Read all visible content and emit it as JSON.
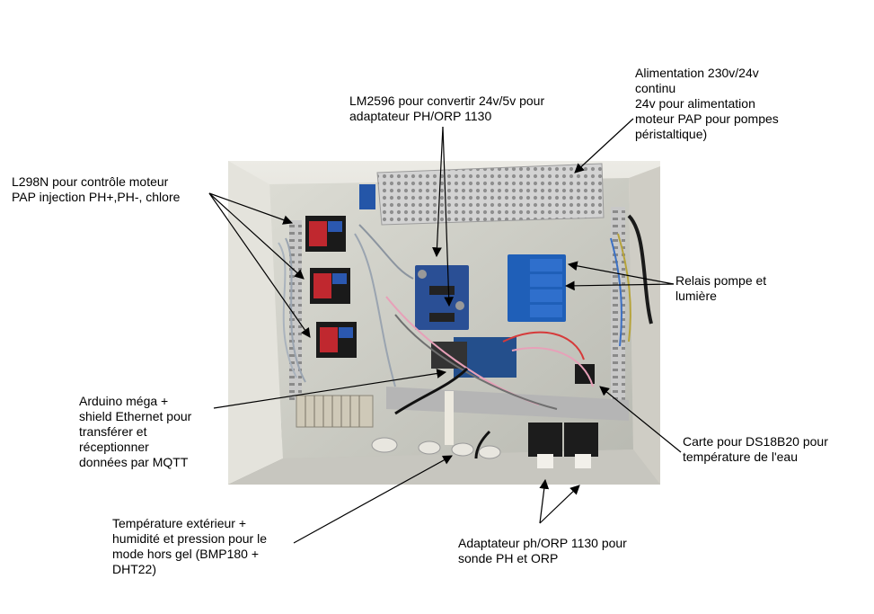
{
  "labels": {
    "psu": "Alimentation 230v/24v\ncontinu\n24v pour alimentation\nmoteur PAP pour pompes\npéristaltique)",
    "lm2596": "LM2596 pour convertir 24v/5v pour\nadaptateur PH/ORP 1130",
    "l298n": "L298N pour contrôle moteur\nPAP injection PH+,PH-, chlore",
    "relais": "Relais pompe et\nlumière",
    "arduino": "Arduino méga +\nshield Ethernet pour\ntransférer et\nréceptionner\ndonnées par MQTT",
    "ds18b20": "Carte pour DS18B20 pour\ntempérature de l'eau",
    "bmp": "Température extérieur +\nhumidité et pression pour le\nmode hors gel (BMP180 +\nDHT22)",
    "adaptateur": "Adaptateur ph/ORP 1130 pour\nsonde PH et ORP"
  },
  "colors": {
    "text": "#000000",
    "arrow": "#000000",
    "box_wall": "#d9d7cf",
    "box_back": "#cfd1c9",
    "psu_mesh": "#d8d8d8",
    "l298n_red": "#c0282f",
    "relay_blue": "#1f5fb8",
    "board_blue": "#2a4f95",
    "black_board": "#1c1c1c"
  }
}
